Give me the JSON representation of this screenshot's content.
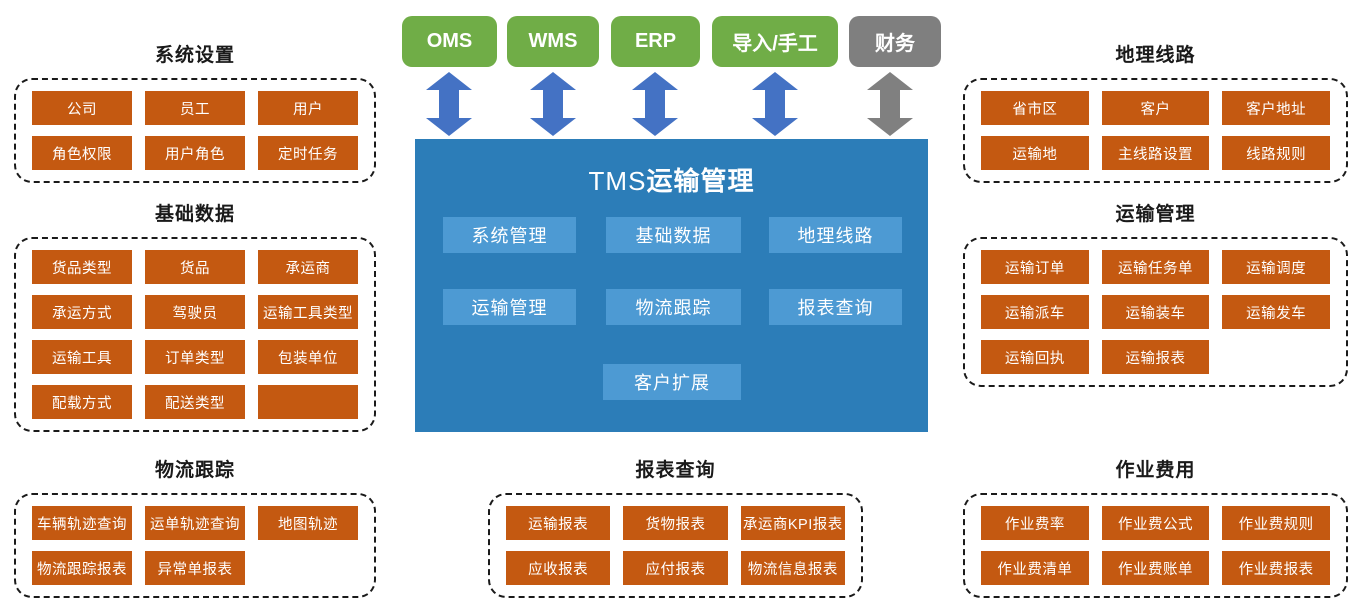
{
  "colors": {
    "orange": "#C45911",
    "green": "#70AD47",
    "gray": "#7F7F7F",
    "core_blue": "#2C7DB8",
    "module_blue": "#4D9AD3",
    "arrow_blue": "#4472C4",
    "arrow_gray": "#808080"
  },
  "top_systems": [
    {
      "label": "OMS",
      "type": "green"
    },
    {
      "label": "WMS",
      "type": "green"
    },
    {
      "label": "ERP",
      "type": "green"
    },
    {
      "label": "导入/手工",
      "type": "green"
    },
    {
      "label": "财务",
      "type": "gray"
    }
  ],
  "core": {
    "title_prefix": "TMS",
    "title_main": "运输管理",
    "modules": [
      "系统管理",
      "基础数据",
      "地理线路",
      "运输管理",
      "物流跟踪",
      "报表查询",
      "客户扩展"
    ]
  },
  "groups": {
    "system_settings": {
      "title": "系统设置",
      "rows": [
        [
          "公司",
          "员工",
          "用户"
        ],
        [
          "角色权限",
          "用户角色",
          "定时任务"
        ]
      ]
    },
    "base_data": {
      "title": "基础数据",
      "rows": [
        [
          "货品类型",
          "货品",
          "承运商"
        ],
        [
          "承运方式",
          "驾驶员",
          "运输工具类型"
        ],
        [
          "运输工具",
          "订单类型",
          "包装单位"
        ],
        [
          "配载方式",
          "配送类型",
          ""
        ]
      ]
    },
    "logistics_tracking": {
      "title": "物流跟踪",
      "rows": [
        [
          "车辆轨迹查询",
          "运单轨迹查询",
          "地图轨迹"
        ],
        [
          "物流跟踪报表",
          "异常单报表"
        ]
      ]
    },
    "geo_routes": {
      "title": "地理线路",
      "rows": [
        [
          "省市区",
          "客户",
          "客户地址"
        ],
        [
          "运输地",
          "主线路设置",
          "线路规则"
        ]
      ]
    },
    "transport_mgmt": {
      "title": "运输管理",
      "rows": [
        [
          "运输订单",
          "运输任务单",
          "运输调度"
        ],
        [
          "运输派车",
          "运输装车",
          "运输发车"
        ],
        [
          "运输回执",
          "运输报表"
        ]
      ]
    },
    "report_query": {
      "title": "报表查询",
      "rows": [
        [
          "运输报表",
          "货物报表",
          "承运商KPI报表"
        ],
        [
          "应收报表",
          "应付报表",
          "物流信息报表"
        ]
      ]
    },
    "operation_fees": {
      "title": "作业费用",
      "rows": [
        [
          "作业费率",
          "作业费公式",
          "作业费规则"
        ],
        [
          "作业费清单",
          "作业费账单",
          "作业费报表"
        ]
      ]
    }
  }
}
